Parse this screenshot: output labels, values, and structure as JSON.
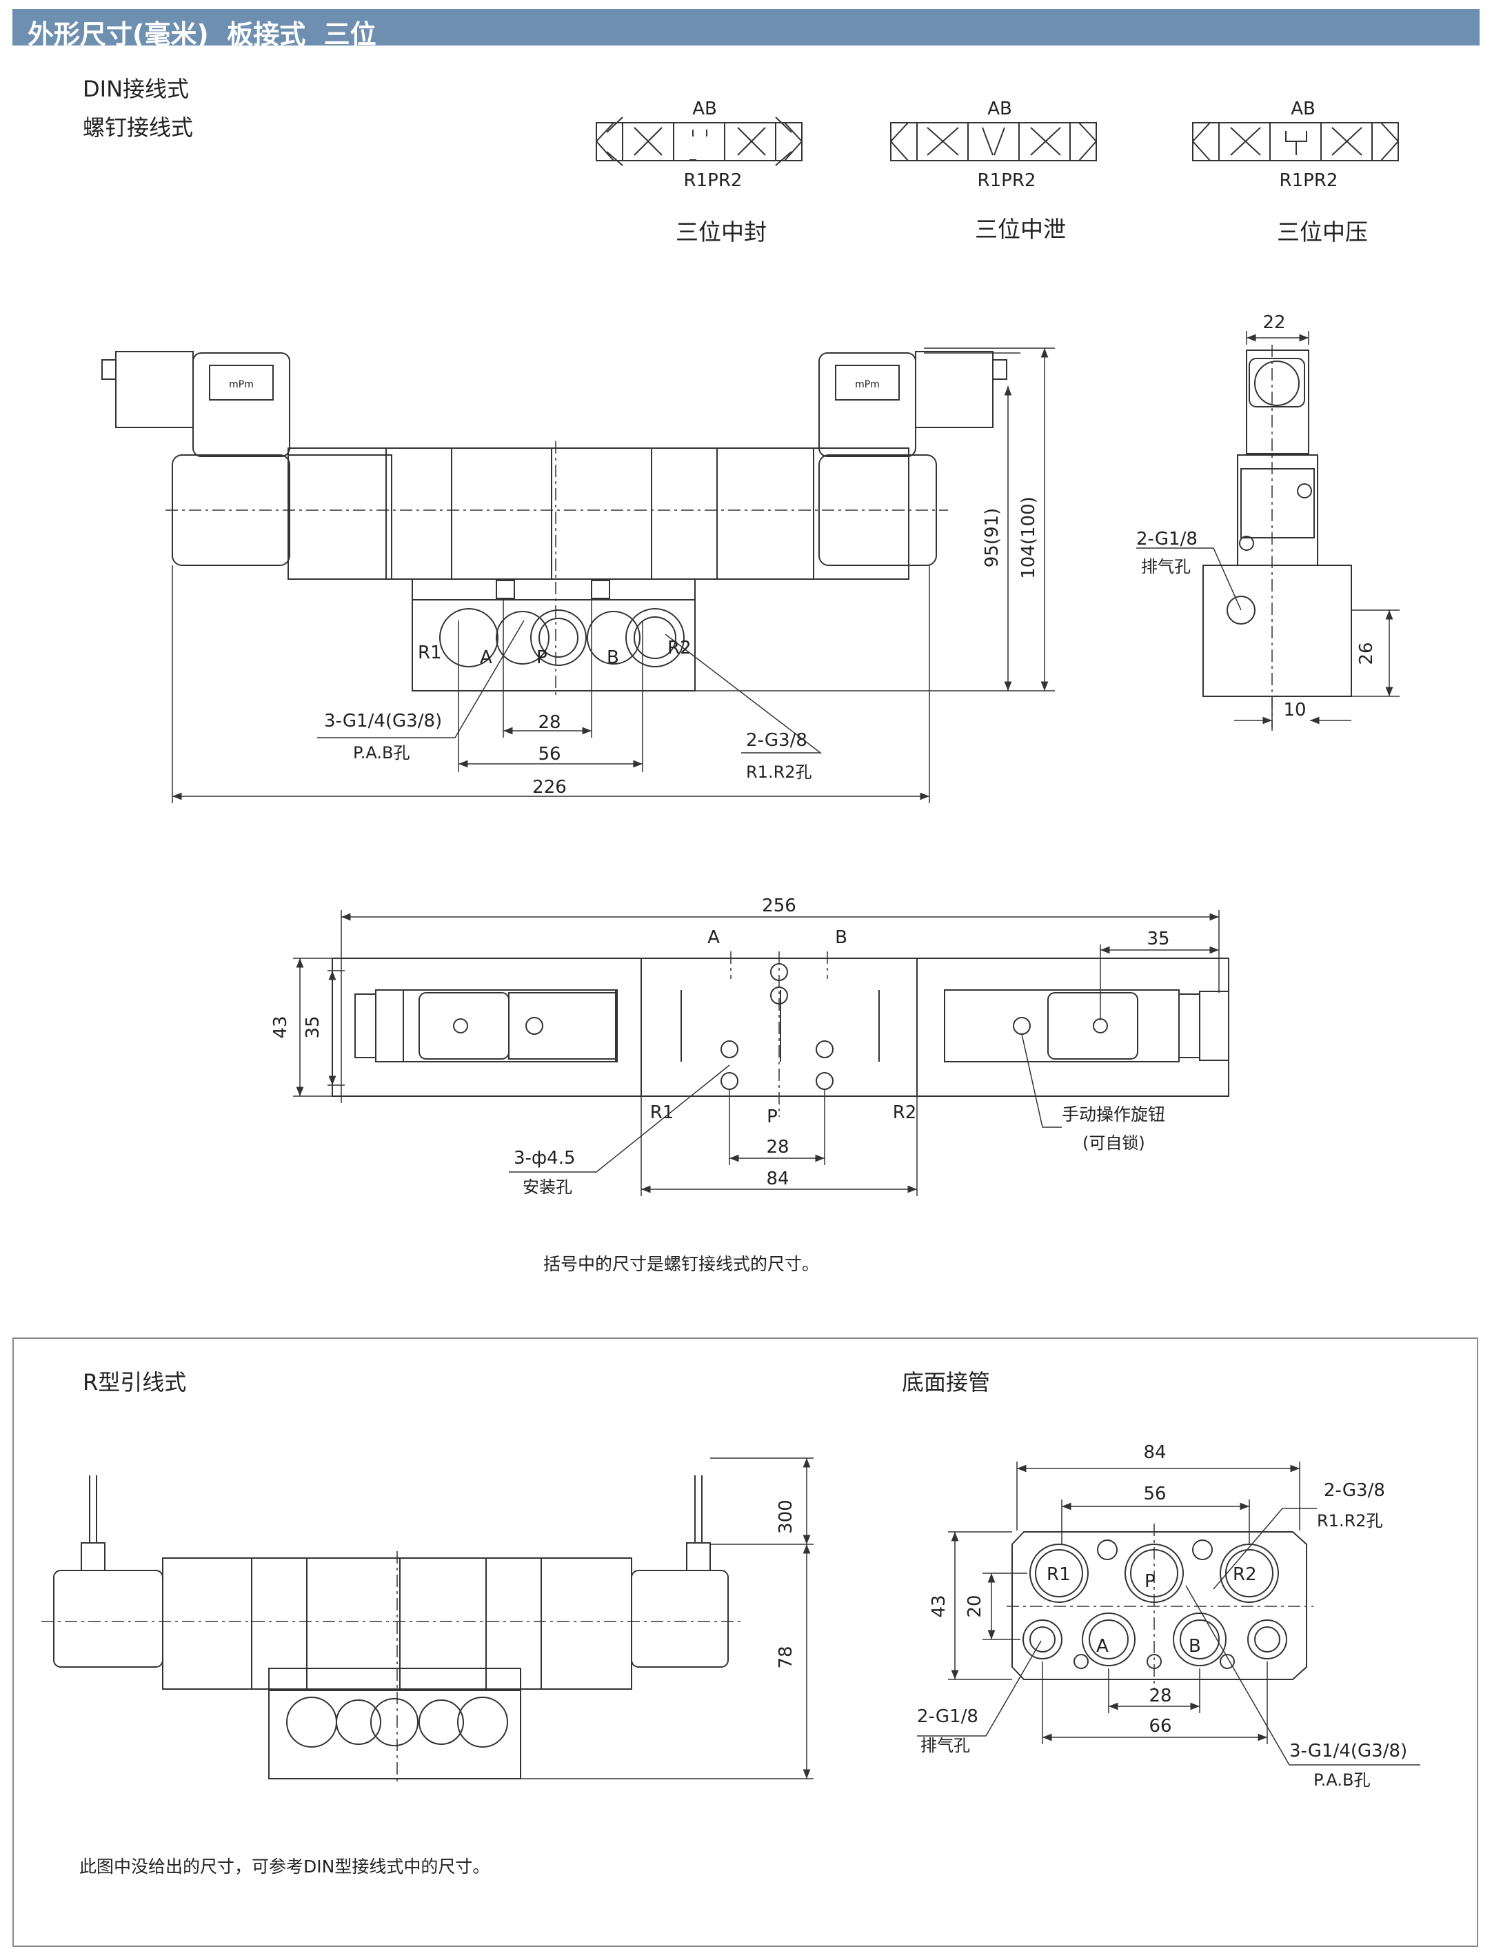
{
  "header": {
    "title": "外形尺寸(毫米)  板接式  三位"
  },
  "top": {
    "label_din": "DIN接线式",
    "label_screw": "螺钉接线式",
    "symbols": [
      {
        "top": "AB",
        "bottom": "R1PR2",
        "caption": "三位中封"
      },
      {
        "top": "AB",
        "bottom": "R1PR2",
        "caption": "三位中泄"
      },
      {
        "top": "AB",
        "bottom": "R1PR2",
        "caption": "三位中压"
      }
    ]
  },
  "front_view": {
    "coil_brand": "mPm",
    "ports": [
      "R1",
      "A",
      "P",
      "B",
      "R2"
    ],
    "dim_95": "95(91)",
    "dim_104": "104(100)",
    "dim_28": "28",
    "dim_56": "56",
    "dim_226": "226",
    "callout_pab_1": "3-G1/4(G3/8)",
    "callout_pab_2": "P.A.B孔",
    "callout_r_1": "2-G3/8",
    "callout_r_2": "R1.R2孔"
  },
  "side_view": {
    "dim_22": "22",
    "dim_26": "26",
    "dim_10": "10",
    "callout_1": "2-G1/8",
    "callout_2": "排气孔"
  },
  "top_view": {
    "dim_256": "256",
    "dim_35_right": "35",
    "dim_43": "43",
    "dim_35_left": "35",
    "label_a": "A",
    "label_b": "B",
    "label_r1": "R1",
    "label_p": "P",
    "label_r2": "R2",
    "dim_28": "28",
    "dim_84": "84",
    "callout_hole_1": "3-ф4.5",
    "callout_hole_2": "安装孔",
    "callout_manual_1": "手动操作旋钮",
    "callout_manual_2": "(可自锁)"
  },
  "note_top": "括号中的尺寸是螺钉接线式的尺寸。",
  "bottom": {
    "title_r": "R型引线式",
    "title_base": "底面接管",
    "dim_300": "300",
    "dim_78": "78",
    "base": {
      "dim_84": "84",
      "dim_56": "56",
      "dim_43": "43",
      "dim_20": "20",
      "dim_28": "28",
      "dim_66": "66",
      "port_r1": "R1",
      "port_p": "P",
      "port_r2": "R2",
      "port_a": "A",
      "port_b": "B",
      "callout_r_1": "2-G3/8",
      "callout_r_2": "R1.R2孔",
      "callout_ex_1": "2-G1/8",
      "callout_ex_2": "排气孔",
      "callout_pab_1": "3-G1/4(G3/8)",
      "callout_pab_2": "P.A.B孔"
    },
    "note": "此图中没给出的尺寸，可参考DIN型接线式中的尺寸。"
  },
  "colors": {
    "header_bg": "#6e8fb0",
    "line": "#333333",
    "frame": "#8a8a8a"
  }
}
